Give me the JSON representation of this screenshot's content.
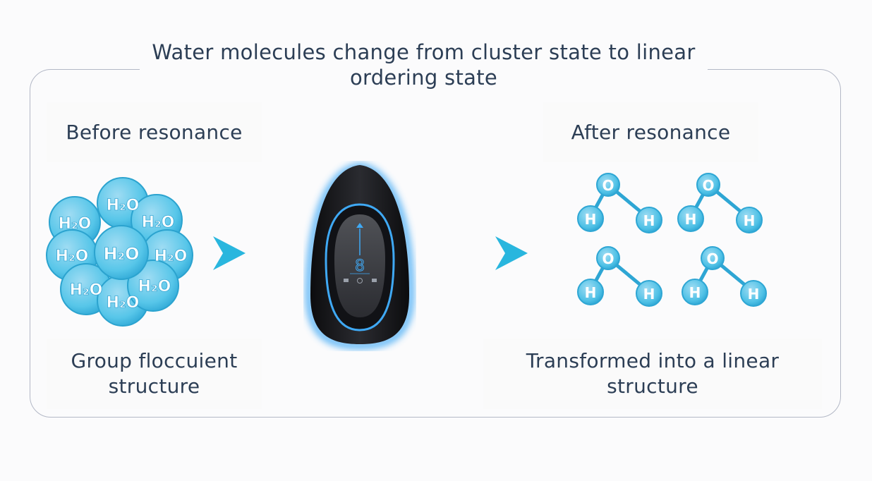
{
  "title": "Water molecules change from cluster state to linear ordering state",
  "left": {
    "heading": "Before resonance",
    "caption": "Group floccuient structure",
    "molecule_text": "H₂O"
  },
  "right": {
    "heading": "After resonance",
    "caption": "Transformed into a linear structure",
    "atom_o": "O",
    "atom_h": "H"
  },
  "device": {
    "level_digit": "8"
  },
  "colors": {
    "accent": "#29b6de",
    "bubble": "#57c6e9",
    "bubble_light": "#bfe9f7",
    "border": "#b3b8c6",
    "text": "#2c3e55",
    "device_body": "#1c1d21",
    "device_glow": "#3fa9f5"
  },
  "icons": [
    "arrow-right-icon",
    "arrow-right-icon"
  ]
}
